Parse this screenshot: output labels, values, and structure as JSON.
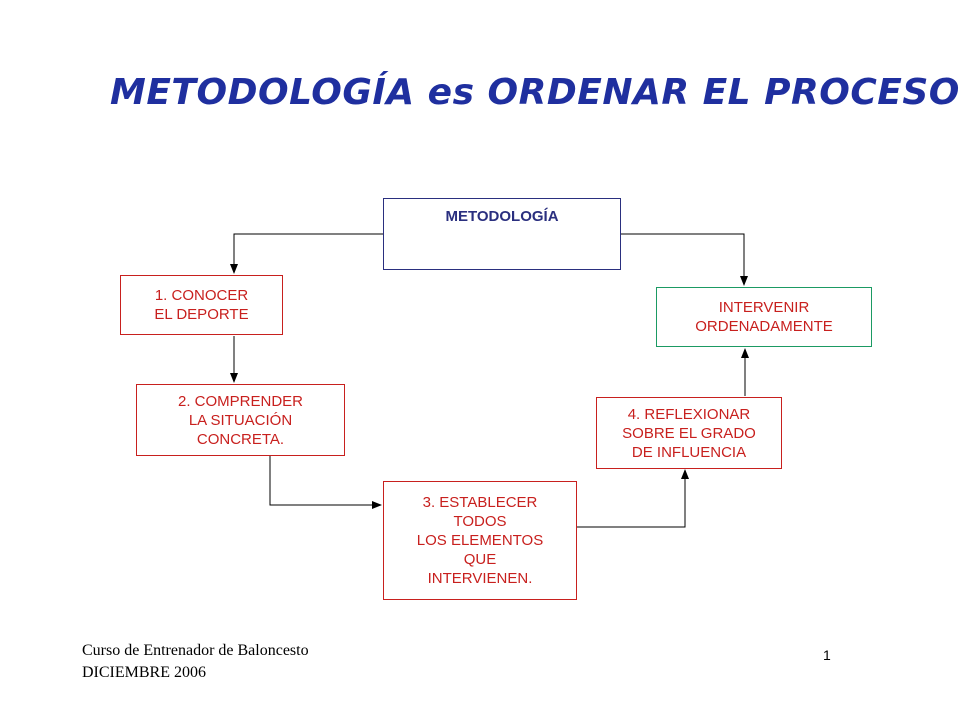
{
  "title": "METODOLOGÍA es ORDENAR EL PROCESO",
  "colors": {
    "title": "#1f2f9f",
    "root_border": "#2a2f7f",
    "step_border": "#c8201e",
    "step_text": "#c8201e",
    "goal_border": "#1b9a63",
    "connector": "#000000"
  },
  "nodes": {
    "root": [
      "METODOLOGÍA"
    ],
    "step1": [
      "1. CONOCER",
      "EL DEPORTE"
    ],
    "step2": [
      "2. COMPRENDER",
      "LA SITUACIÓN",
      "CONCRETA."
    ],
    "step3": [
      "3. ESTABLECER",
      "TODOS",
      "LOS ELEMENTOS",
      "QUE",
      "INTERVIENEN."
    ],
    "step4": [
      "4. REFLEXIONAR",
      "SOBRE EL GRADO",
      "DE INFLUENCIA"
    ],
    "goal": [
      "INTERVENIR",
      "ORDENADAMENTE"
    ]
  },
  "edges": [
    {
      "from": "root",
      "to": "step1"
    },
    {
      "from": "root",
      "to": "goal"
    },
    {
      "from": "step1",
      "to": "step2"
    },
    {
      "from": "step2",
      "to": "step3"
    },
    {
      "from": "step3",
      "to": "step4"
    },
    {
      "from": "step4",
      "to": "goal"
    }
  ],
  "footer": {
    "line1": "Curso de Entrenador de Baloncesto",
    "line2": "DICIEMBRE 2006",
    "page_number": "1"
  }
}
